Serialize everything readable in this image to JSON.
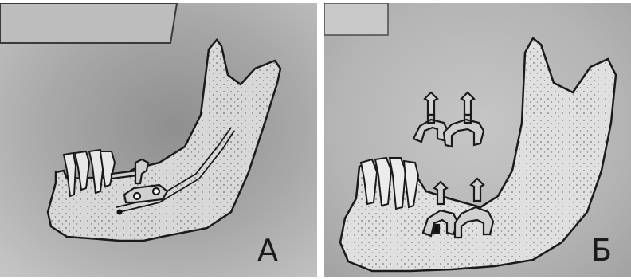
{
  "panels": [
    {
      "id": "A",
      "label": "А"
    },
    {
      "id": "B",
      "label": "Б"
    }
  ]
}
